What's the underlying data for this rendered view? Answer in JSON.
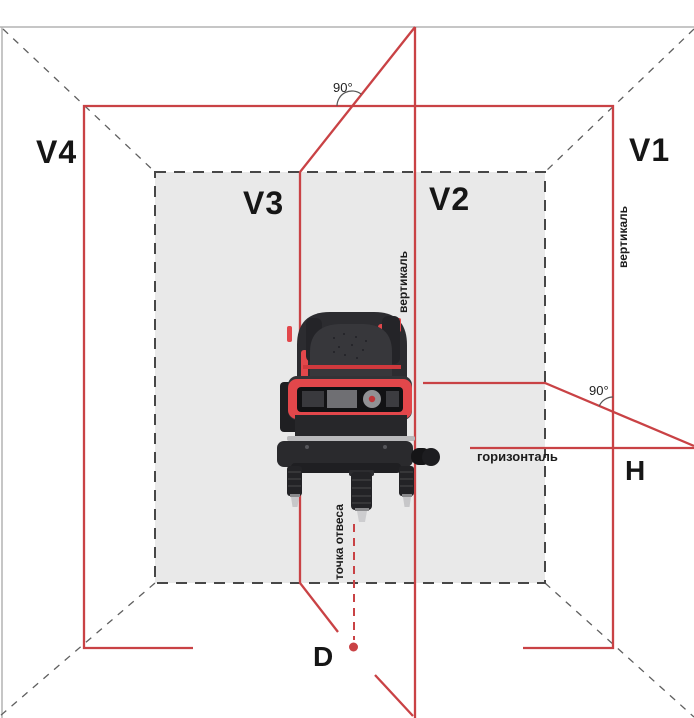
{
  "colors": {
    "laser": "#c94245",
    "accent": "#e2474b",
    "wall": "#e9e9e9",
    "dash": "#474747",
    "frame": "#b3b3b3",
    "ink": "#161616"
  },
  "labels": {
    "v1": "V1",
    "v2": "V2",
    "v3": "V3",
    "v4": "V4",
    "h": "H",
    "d": "D",
    "angle_top": "90°",
    "angle_right": "90°",
    "vertical_v2": "вертикаль",
    "vertical_v1": "вертикаль",
    "horizontal": "горизонталь",
    "plumb_point": "точка отвеса"
  }
}
